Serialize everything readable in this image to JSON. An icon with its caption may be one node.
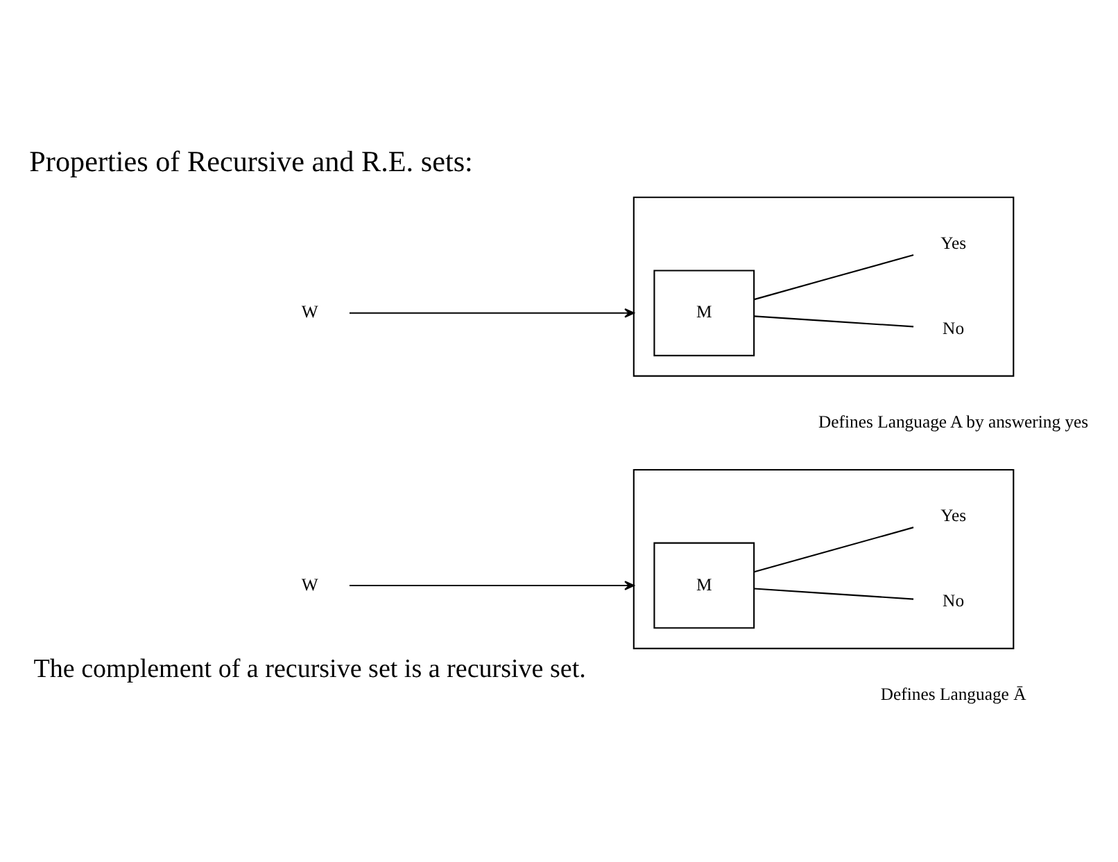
{
  "diagram": {
    "title": "Properties of Recursive and R.E. sets:",
    "nodes": [
      {
        "text": [],
        "shape": "box",
        "beside": [
          "Defines Language A by answering yes"
        ]
      },
      {
        "text": [
          "M"
        ],
        "in": 0
      },
      {
        "text": [
          "Yes"
        ],
        "in": 0
      },
      {
        "text": [
          "No"
        ],
        "in": 0
      },
      {
        "text": [
          "W"
        ]
      },
      {
        "text": [],
        "shape": "box",
        "beside": [
          "Defines Language Ā"
        ]
      },
      {
        "text": [
          "M"
        ],
        "in": 5
      },
      {
        "text": [
          "Yes"
        ],
        "in": 5
      },
      {
        "text": [
          "No"
        ],
        "in": 5
      },
      {
        "text": [
          "W"
        ]
      }
    ],
    "edges": [
      {
        "from": 4,
        "to": 0,
        "arrow": "to"
      },
      {
        "from": 1,
        "to": 2,
        "arrow": "none"
      },
      {
        "from": 1,
        "to": 3,
        "arrow": "none"
      },
      {
        "from": 9,
        "to": 5,
        "arrow": "to"
      },
      {
        "from": 6,
        "to": 7,
        "arrow": "none"
      },
      {
        "from": 6,
        "to": 8,
        "arrow": "none"
      }
    ],
    "labels": [
      "The complement of a recursive set is a recursive set."
    ]
  }
}
